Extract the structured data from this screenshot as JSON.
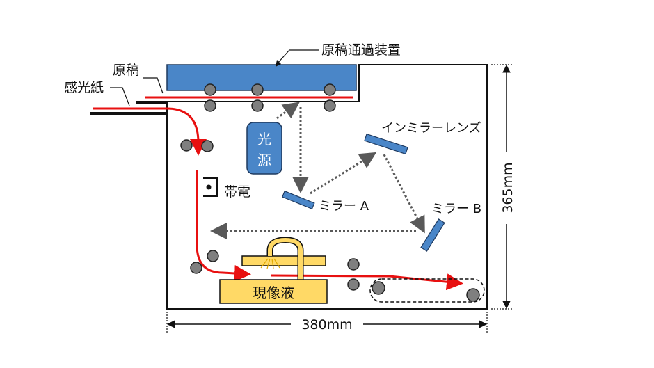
{
  "labels": {
    "document_feeder": "原稿通過装置",
    "original": "原稿",
    "photosensitive_paper": "感光紙",
    "light_source_line1": "光",
    "light_source_line2": "源",
    "charging": "帯電",
    "in_mirror_lens": "インミラーレンズ",
    "mirror_a": "ミラー A",
    "mirror_b": "ミラー B",
    "developer": "現像液",
    "height_dimension": "365mm",
    "width_dimension": "380mm"
  },
  "colors": {
    "feeder_blue": "#4a86c8",
    "outline_dark": "#1f3a5f",
    "paper_path_red": "#e81010",
    "developer_yellow": "#ffd966",
    "roller_gray": "#7f7f7f",
    "light_path_gray": "#595959"
  }
}
